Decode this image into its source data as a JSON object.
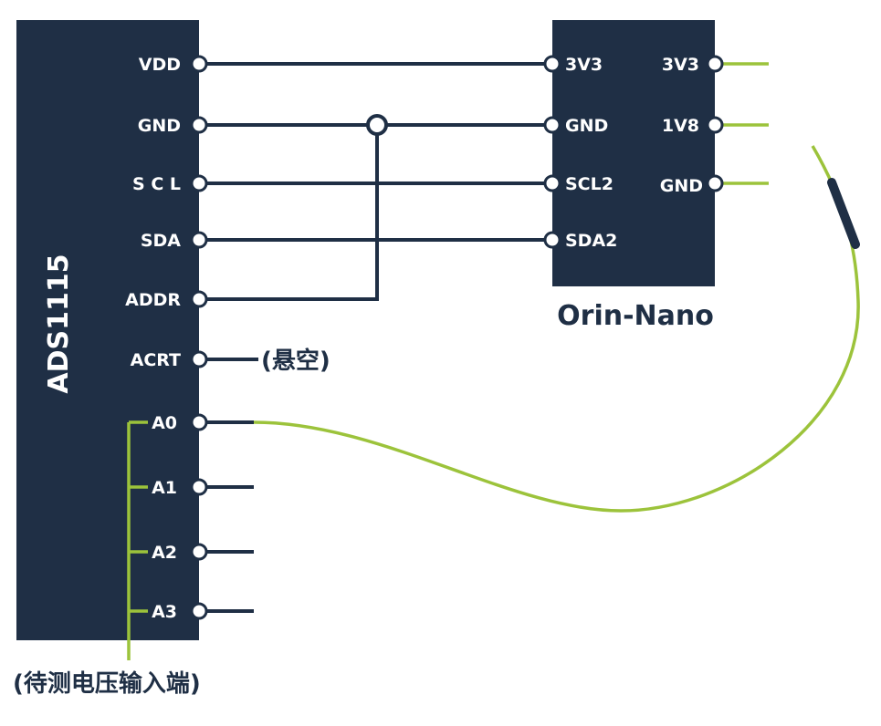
{
  "colors": {
    "board": "#1f2f45",
    "wire": "#1f2f45",
    "analog_wire": "#9cc33b",
    "label_text": "#ffffff",
    "pin_fill": "#ffffff"
  },
  "ads1115": {
    "name": "ADS1115",
    "pins": [
      "VDD",
      "GND",
      "S C L",
      "SDA",
      "ADDR",
      "ACRT",
      "A0",
      "A1",
      "A2",
      "A3"
    ],
    "acrt_note": "(悬空)",
    "input_note": "(待测电压输入端)"
  },
  "orin_nano": {
    "name": "Orin-Nano",
    "left_pins": [
      "3V3",
      "GND",
      "SCL2",
      "SDA2"
    ],
    "right_pins": [
      "3V3",
      "1V8",
      "GND"
    ]
  }
}
